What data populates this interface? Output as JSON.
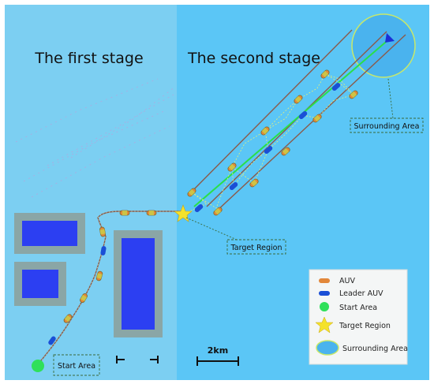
{
  "stages": {
    "first": "The first stage",
    "second": "The second stage"
  },
  "labels": {
    "surrounding_area": "Surrounding Area",
    "target_region": "Target Region",
    "start_area": "Start Area"
  },
  "scale_bar": {
    "label": "2km"
  },
  "legend": {
    "items": [
      {
        "label": "AUV",
        "symbol": "auv-icon"
      },
      {
        "label": "Leader AUV",
        "symbol": "leader-auv-icon"
      },
      {
        "label": "Start Area",
        "symbol": "start-area-icon"
      },
      {
        "label": "Target Region",
        "symbol": "star-icon"
      },
      {
        "label": "Surrounding Area",
        "symbol": "surrounding-area-icon"
      }
    ]
  },
  "colors": {
    "left_bg": "#7ccff2",
    "right_bg": "#5bc6f6",
    "auv": "#e2873a",
    "leader_auv": "#1a4fd6",
    "start_area": "#2fe05a",
    "target": "#f4e22a",
    "obstacle_fill": "#2c3ff2",
    "obstacle_border": "#8aa6a6"
  }
}
